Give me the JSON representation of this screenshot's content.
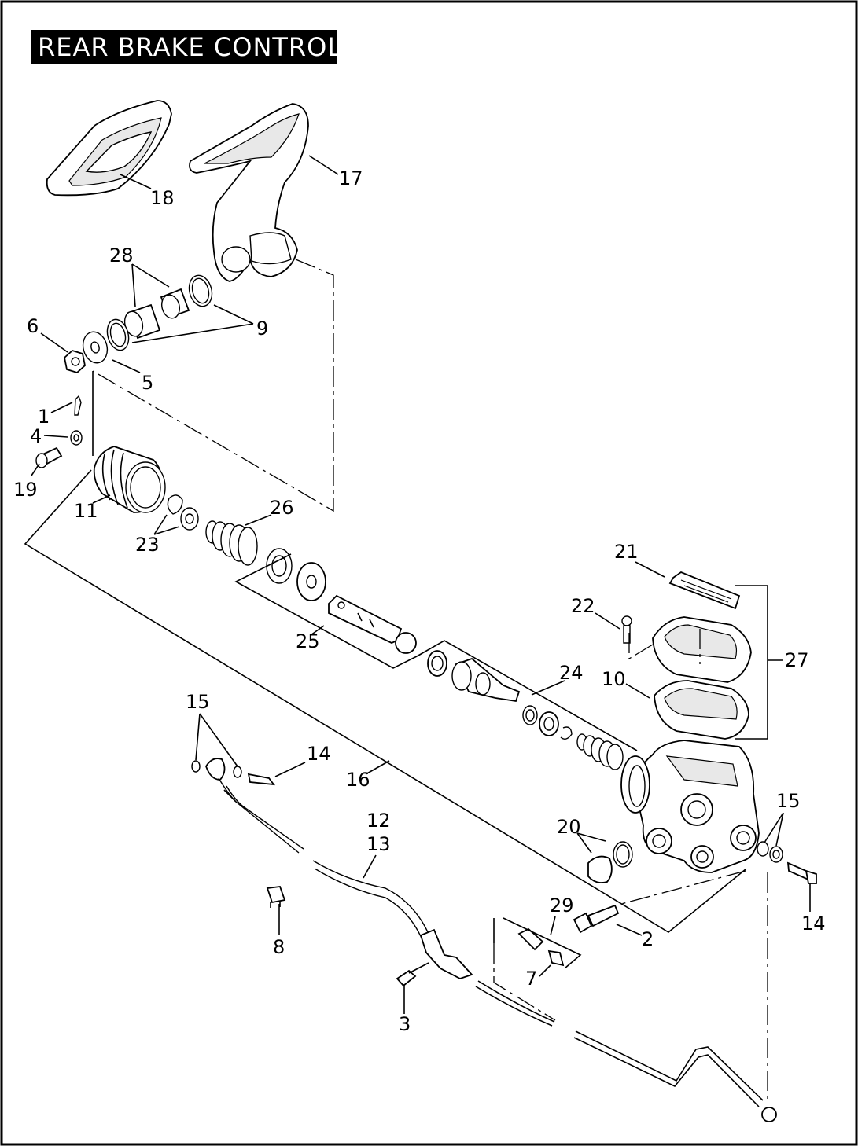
{
  "title": "REAR BRAKE CONTROL",
  "callouts": [
    {
      "id": "c18",
      "text": "18"
    },
    {
      "id": "c17",
      "text": "17"
    },
    {
      "id": "c28",
      "text": "28"
    },
    {
      "id": "c9",
      "text": "9"
    },
    {
      "id": "c6",
      "text": "6"
    },
    {
      "id": "c5",
      "text": "5"
    },
    {
      "id": "c1",
      "text": "1"
    },
    {
      "id": "c4",
      "text": "4"
    },
    {
      "id": "c19",
      "text": "19"
    },
    {
      "id": "c11",
      "text": "11"
    },
    {
      "id": "c23",
      "text": "23"
    },
    {
      "id": "c26",
      "text": "26"
    },
    {
      "id": "c25",
      "text": "25"
    },
    {
      "id": "c21",
      "text": "21"
    },
    {
      "id": "c22",
      "text": "22"
    },
    {
      "id": "c27",
      "text": "27"
    },
    {
      "id": "c10",
      "text": "10"
    },
    {
      "id": "c24",
      "text": "24"
    },
    {
      "id": "c15a",
      "text": "15"
    },
    {
      "id": "c14a",
      "text": "14"
    },
    {
      "id": "c16",
      "text": "16"
    },
    {
      "id": "c12",
      "text": "12"
    },
    {
      "id": "c13",
      "text": "13"
    },
    {
      "id": "c20",
      "text": "20"
    },
    {
      "id": "c15b",
      "text": "15"
    },
    {
      "id": "c14b",
      "text": "14"
    },
    {
      "id": "c8",
      "text": "8"
    },
    {
      "id": "c29",
      "text": "29"
    },
    {
      "id": "c2",
      "text": "2"
    },
    {
      "id": "c7",
      "text": "7"
    },
    {
      "id": "c3",
      "text": "3"
    }
  ]
}
